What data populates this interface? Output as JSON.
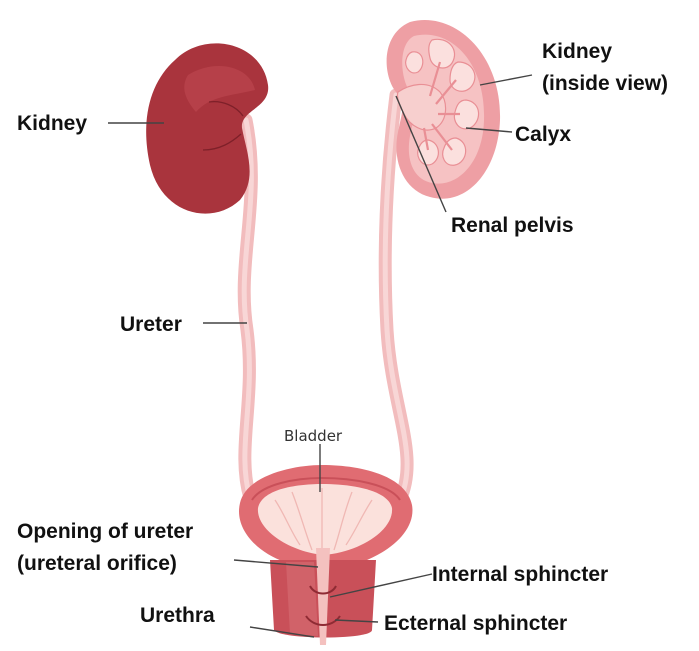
{
  "labels": {
    "kidney_left": "Kidney",
    "kidney_inside_line1": "Kidney",
    "kidney_inside_line2": "(inside view)",
    "calyx": "Calyx",
    "renal_pelvis": "Renal pelvis",
    "ureter": "Ureter",
    "bladder": "Bladder",
    "opening_line1": "Opening of ureter",
    "opening_line2": "(ureteral orifice)",
    "internal_sphincter": "Internal sphincter",
    "urethra": "Urethra",
    "external_sphincter": "Ecternal sphincter"
  },
  "colors": {
    "kidney_dark": "#a8323c",
    "kidney_light": "#f2a9ad",
    "calyx_fill": "#f8d2d1",
    "ureter": "#f4c3c3",
    "bladder": "#e06c72",
    "bladder_inner": "#fbe1dc",
    "urethra": "#c95059"
  }
}
